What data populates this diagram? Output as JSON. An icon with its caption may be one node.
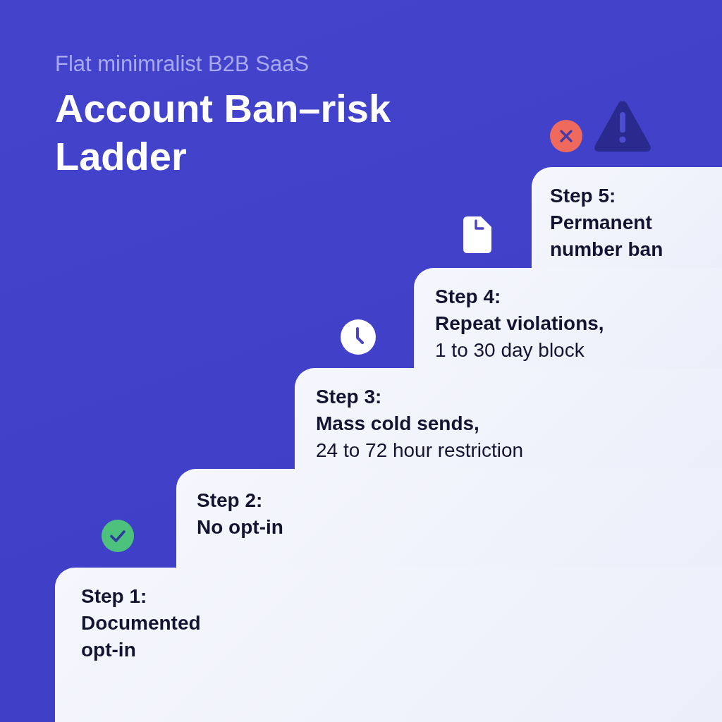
{
  "diagram": {
    "title": "Account Ban–risk Ladder",
    "nodes": [
      {
        "text": [
          "Step 1:",
          "Documented opt-in"
        ]
      },
      {
        "text": [
          "Step 2:",
          "No opt-in"
        ]
      },
      {
        "text": [
          "Step 3:",
          "Mass cold sends,",
          "24 to 72 hour restriction"
        ]
      },
      {
        "text": [
          "Step 4:",
          "Repeat violations,",
          "1 to 30 day block"
        ]
      },
      {
        "text": [
          "Step 5:",
          "Permanent number ban"
        ]
      }
    ],
    "labels": [
      "Flat minimralist B2B SaaS"
    ]
  }
}
